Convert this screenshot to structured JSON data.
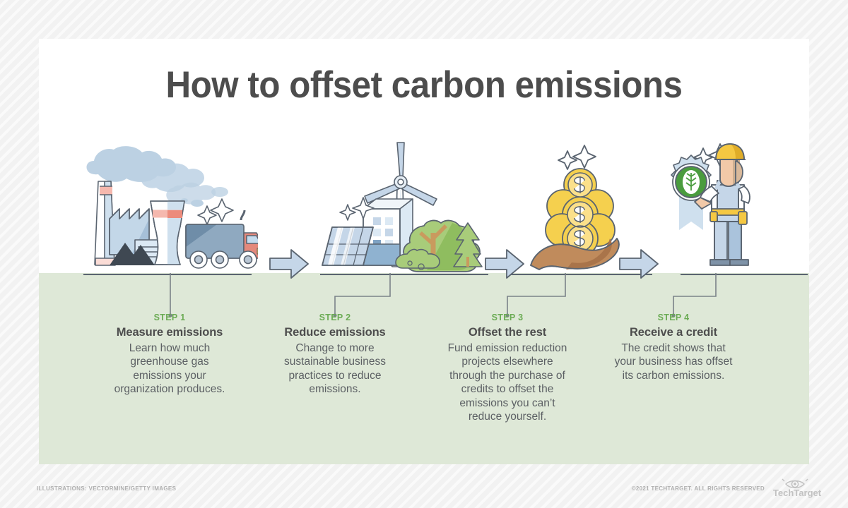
{
  "page": {
    "title": "How to offset carbon emissions"
  },
  "colors": {
    "accent_green": "#6bab54",
    "band_green": "#dee8d7",
    "title_gray": "#4d4d4d",
    "body_gray": "#5c6064",
    "arrow_fill": "#c5d6e8",
    "arrow_stroke": "#5a6470",
    "coin_yellow": "#f5d04e",
    "badge_green": "#4a9c3e",
    "hardhat_yellow": "#f5c842",
    "truck_red": "#e08a7d",
    "smoke_blue": "#9cb8d4",
    "tree_green": "#a8cc7a",
    "footer_gray": "#b0b0b0"
  },
  "steps": [
    {
      "kicker": "STEP 1",
      "title": "Measure emissions",
      "body": "Learn how much greenhouse gas emissions your organization produces.",
      "illustration": "factory-smokestack-truck"
    },
    {
      "kicker": "STEP 2",
      "title": "Reduce emissions",
      "body": "Change to more sustainable business practices to reduce emissions.",
      "illustration": "wind-turbine-solar-trees"
    },
    {
      "kicker": "STEP 3",
      "title": "Offset the rest",
      "body": "Fund emission reduction projects elsewhere through the purchase of credits to offset the emissions you can’t reduce yourself.",
      "illustration": "hand-holding-coins"
    },
    {
      "kicker": "STEP 4",
      "title": "Receive a credit",
      "body": "The credit shows that your business has offset its carbon emissions.",
      "illustration": "worker-with-eco-badge"
    }
  ],
  "arrows": [
    {
      "name": "arrow-step1-to-step2"
    },
    {
      "name": "arrow-step2-to-step3"
    },
    {
      "name": "arrow-step3-to-step4"
    }
  ],
  "footer": {
    "illustration_credit": "ILLUSTRATIONS: VECTORMINE/GETTY IMAGES",
    "copyright": "©2021 TECHTARGET. ALL RIGHTS RESERVED",
    "logo_text": "TechTarget"
  }
}
